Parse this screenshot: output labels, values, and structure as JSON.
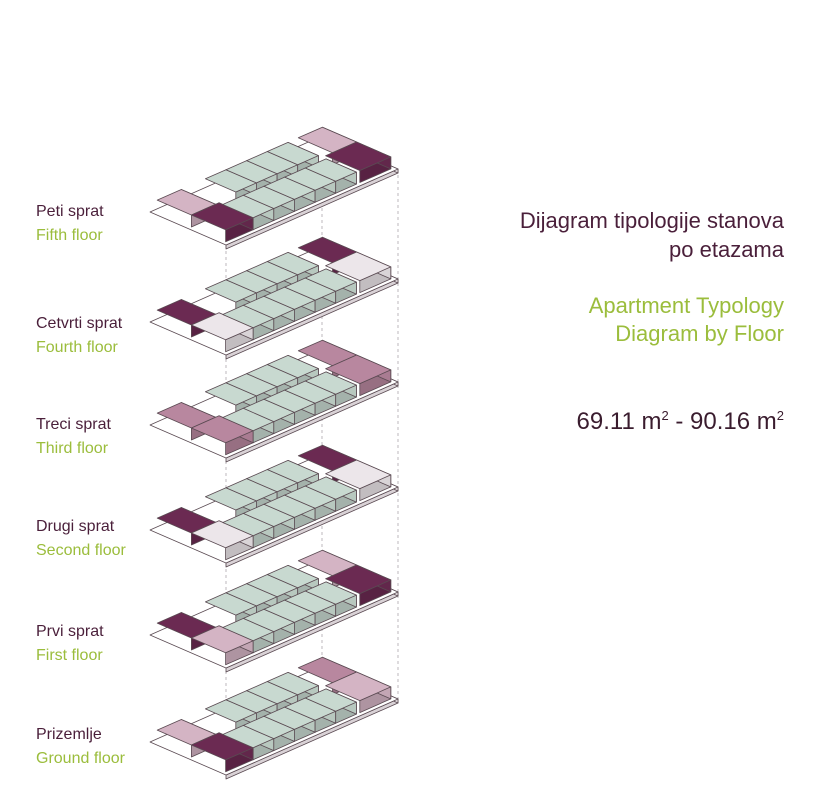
{
  "title": {
    "serbian_line1": "Dijagram tipologije stanova",
    "serbian_line2": "po etazama",
    "english_line1": "Apartment Typology",
    "english_line2": "Diagram by Floor"
  },
  "area_range": {
    "min_value": "69.11 m",
    "max_value": "90.16 m",
    "separator": " - ",
    "unit_exponent": "2"
  },
  "floors": [
    {
      "serbian": "Peti sprat",
      "english": "Fifth floor"
    },
    {
      "serbian": "Cetvrti sprat",
      "english": "Fourth floor"
    },
    {
      "serbian": "Treci sprat",
      "english": "Third floor"
    },
    {
      "serbian": "Drugi sprat",
      "english": "Second floor"
    },
    {
      "serbian": "Prvi sprat",
      "english": "First floor"
    },
    {
      "serbian": "Prizemlje",
      "english": "Ground floor"
    }
  ],
  "colors": {
    "apartment_green": "#c8d9d0",
    "apartment_pale_mauve": "#d4b4c4",
    "apartment_mid_mauve": "#b8879f",
    "apartment_dark_plum": "#6b2a52",
    "apartment_light_gray": "#ece6ea",
    "outline": "#5a4a52",
    "label_serbian": "#4a1f3a",
    "label_english": "#9bbd3c"
  }
}
